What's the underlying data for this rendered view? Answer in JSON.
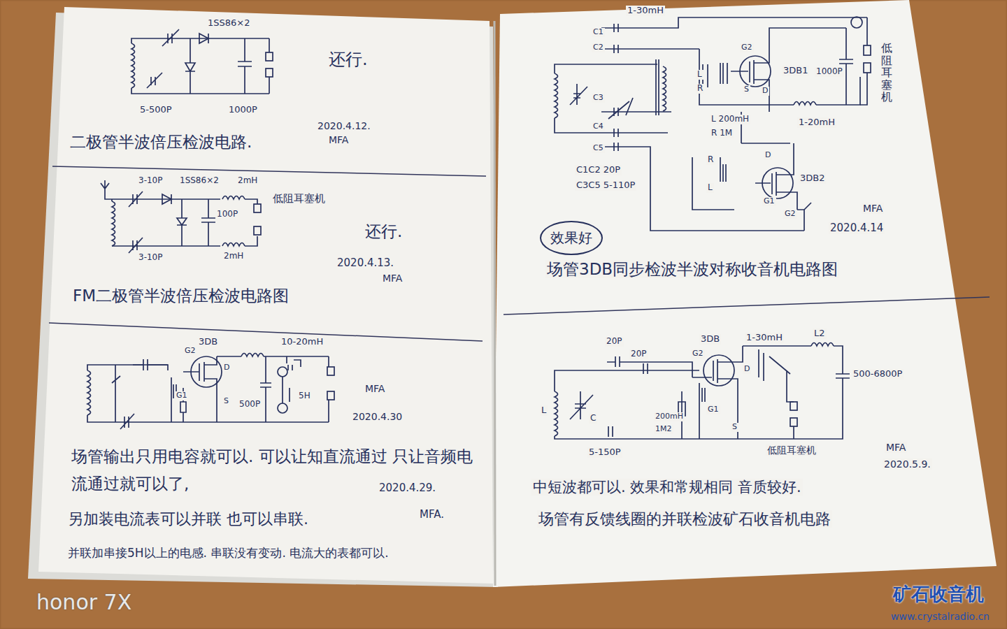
{
  "diagram": {
    "nodes": [
      {
        "text": [
          "效果好"
        ]
      }
    ],
    "labels": [
      "1SS86×2",
      "还行.",
      "5-500P",
      "1000P",
      "二极管半波倍压检波电路.",
      "2020.4.12.",
      "MFA",
      "3-10P",
      "1SS86×2",
      "2mH",
      "低阻耳塞机",
      "100P",
      "3-10P",
      "2mH",
      "还行.",
      "2020.4.13.",
      "MFA",
      "FM二极管半波倍压检波电路图",
      "3DB",
      "10-20mH",
      "G2",
      "D",
      "G1",
      "S",
      "500P",
      "5H",
      "MFA",
      "2020.4.30",
      "场管输出只用电容就可以. 可以让知直流通过 只让音频电流通过就可以了,",
      "2020.4.29.",
      "另加装电流表可以并联 也可以串联.",
      "MFA.",
      "并联加串接5H以上的电感. 串联没有变动. 电流大的表都可以.",
      "1-30mH",
      "C1",
      "C2",
      "C3",
      "C4",
      "C5",
      "L",
      "R",
      "G2",
      "3DB1",
      "S",
      "D",
      "1000P",
      "低阻耳塞机",
      "1-20mH",
      "L 200mH",
      "R 1M",
      "C1C2 20P",
      "C3C5 5-110P",
      "R",
      "L",
      "D",
      "G1",
      "3DB2",
      "G2",
      "MFA",
      "2020.4.14",
      "场管3DB同步检波半波对称收音机电路图",
      "20P",
      "20P",
      "3DB",
      "1-30mH",
      "L2",
      "G2",
      "D",
      "G1",
      "S",
      "L",
      "C",
      "200mH",
      "1M2",
      "5-150P",
      "500-6800P",
      "低阻耳塞机",
      "MFA",
      "2020.5.9.",
      "中短波都可以. 效果和常规相同 音质较好.",
      "场管有反馈线圈的并联检波矿石收音机电路",
      "honor 7X",
      "矿石收音机",
      "www.crystalradio.cn"
    ]
  }
}
